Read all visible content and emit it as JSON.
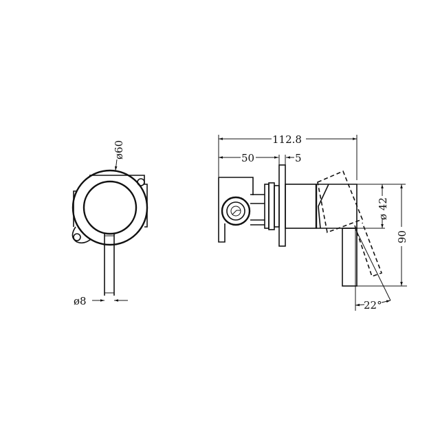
{
  "drawing": {
    "front_view": {
      "plate_diameter_label": "ø60",
      "handle_diameter_label": "ø8"
    },
    "side_view": {
      "overall_length_label": "112.8",
      "body_depth_label": "50",
      "plate_thickness_label": "5",
      "handle_body_diameter_label": "ø 42",
      "height_label": "90",
      "rotation_angle_label": "22°"
    },
    "colors": {
      "line": "#111111",
      "background": "#ffffff"
    }
  }
}
